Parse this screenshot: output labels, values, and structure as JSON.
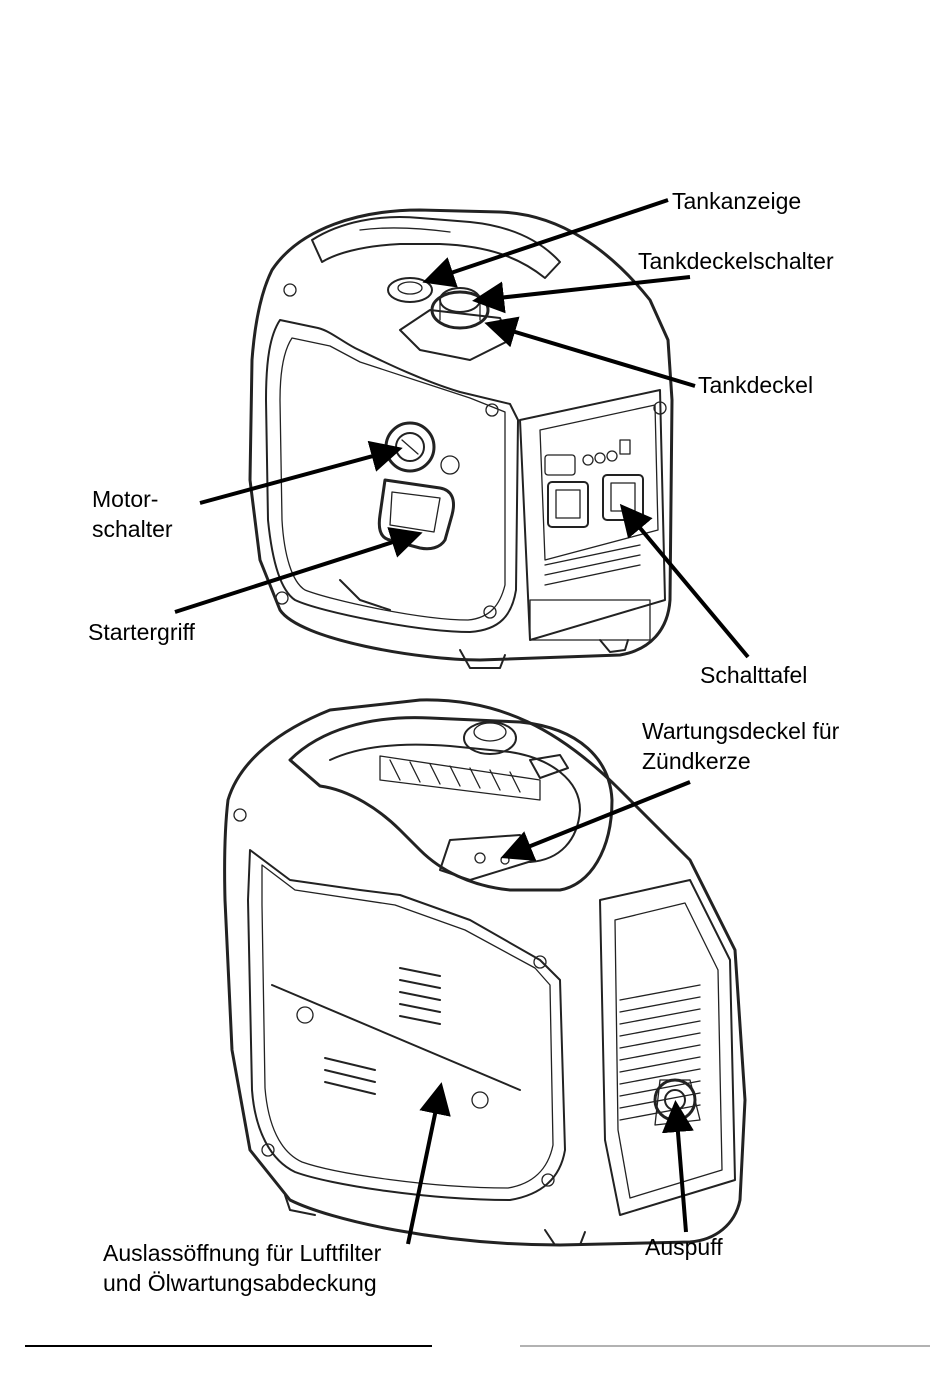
{
  "labels": {
    "tankanzeige": "Tankanzeige",
    "tankdeckelschalter": "Tankdeckelschalter",
    "tankdeckel": "Tankdeckel",
    "motorschalter_line1": "Motor-",
    "motorschalter_line2": "schalter",
    "startergriff": "Startergriff",
    "schalttafel": "Schalttafel",
    "wartungsdeckel_line1": "Wartungsdeckel für",
    "wartungsdeckel_line2": "Zündkerze",
    "auspuff": "Auspuff",
    "auslass_line1": "Auslassöffnung für Luftfilter",
    "auslass_line2": "und Ölwartungsabdeckung"
  }
}
